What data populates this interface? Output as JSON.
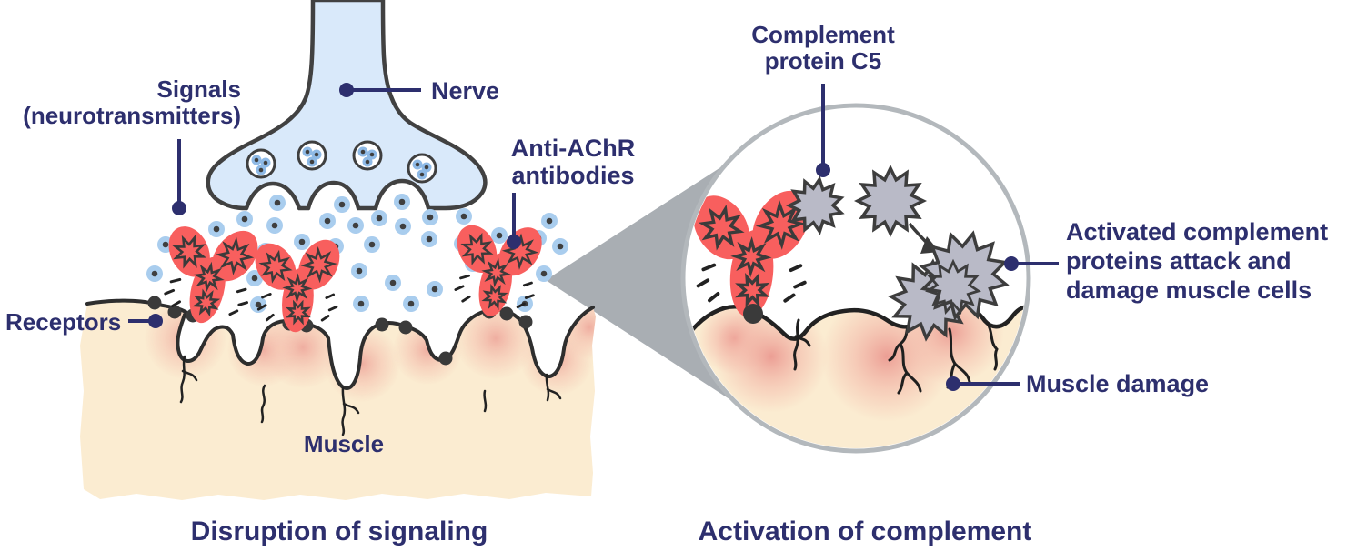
{
  "colors": {
    "text_navy": "#2d2f6e",
    "nerve_fill": "#d9e9fa",
    "outline_dark": "#414141",
    "neurotransmitter_blue": "#a9cdee",
    "vesicle_dot_blue": "#8fbae6",
    "antibody_red": "#f85f5e",
    "muscle_tan": "#fbecd1",
    "damage_blush": "#eb9a91",
    "complement_gray": "#b9bac7",
    "magnifier_border": "#b3b8bc",
    "cone_gray": "#a9aeb3",
    "receptor_black": "#3a3a3a",
    "membrane_dark": "#2e2e2e"
  },
  "left_panel": {
    "labels": {
      "signals": [
        "Signals",
        "(neurotransmitters)"
      ],
      "nerve": "Nerve",
      "anti_achr": [
        "Anti-AChR",
        "antibodies"
      ],
      "receptors": "Receptors",
      "muscle": "Muscle"
    },
    "caption": "Disruption of signaling"
  },
  "right_panel": {
    "labels": {
      "complement_c5": [
        "Complement",
        "protein C5"
      ],
      "activated_complement": [
        "Activated complement",
        "proteins attack and",
        "damage muscle cells"
      ],
      "muscle_damage": "Muscle damage"
    },
    "caption": "Activation of complement"
  }
}
